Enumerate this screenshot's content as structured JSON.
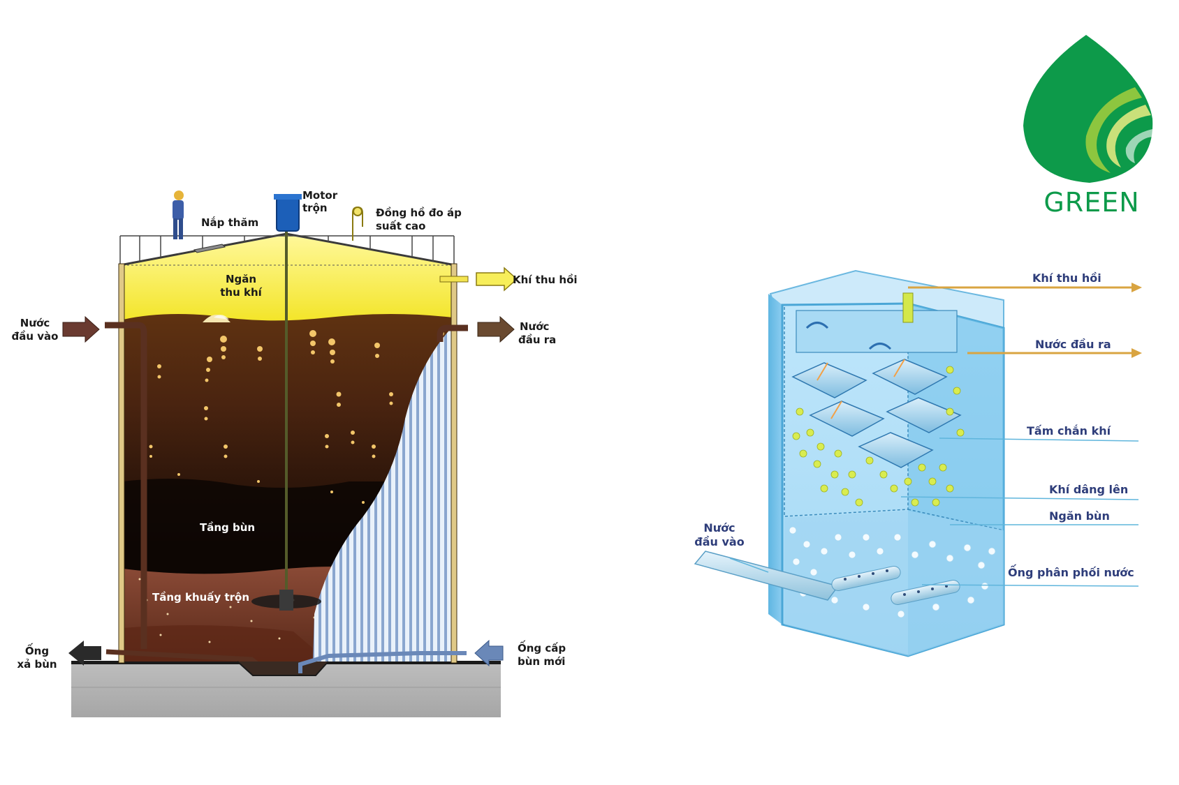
{
  "logo": {
    "text": "GREEN",
    "colors": {
      "primary": "#0d9a4a",
      "light": "#8dc63f"
    }
  },
  "left_diagram": {
    "labels": {
      "nap_tham": "Nắp thăm",
      "motor_1": "Motor",
      "motor_2": "trộn",
      "dong_ho_1": "Đồng hồ đo áp",
      "dong_ho_2": "suất cao",
      "ngan_thu_khi_1": "Ngăn",
      "ngan_thu_khi_2": "thu khí",
      "khi_thu_hoi": "Khí thu hồi",
      "nuoc_dau_vao_1": "Nước",
      "nuoc_dau_vao_2": "đầu vào",
      "nuoc_dau_ra_1": "Nước",
      "nuoc_dau_ra_2": "đầu ra",
      "tang_bun": "Tầng bùn",
      "tang_khuay_tron": "Tầng khuấy trộn",
      "ong_xa_bun_1": "Ống",
      "ong_xa_bun_2": "xả bùn",
      "ong_cap_bun_1": "Ống cấp",
      "ong_cap_bun_2": "bùn mới"
    },
    "colors": {
      "gas_zone": "#f7ee4a",
      "sludge_top": "#6b3a12",
      "sludge_dark": "#140a06",
      "mixing": "#7a3e2a"
    }
  },
  "right_diagram": {
    "labels": {
      "khi_thu_hoi": "Khí thu hồi",
      "nuoc_dau_ra": "Nước đầu ra",
      "tam_chan_khi": "Tấm chắn khí",
      "khi_dang_len": "Khí dâng lên",
      "ngan_bun": "Ngăn bùn",
      "ong_phan_phoi_nuoc": "Ống phân phối nước",
      "nuoc_dau_vao_1": "Nước",
      "nuoc_dau_vao_2": "đầu vào"
    },
    "colors": {
      "tank": "#5bb8e8",
      "arrow": "#d9a441",
      "bubble_gas": "#d4e84a",
      "bubble_water": "#e8f6ff"
    }
  }
}
